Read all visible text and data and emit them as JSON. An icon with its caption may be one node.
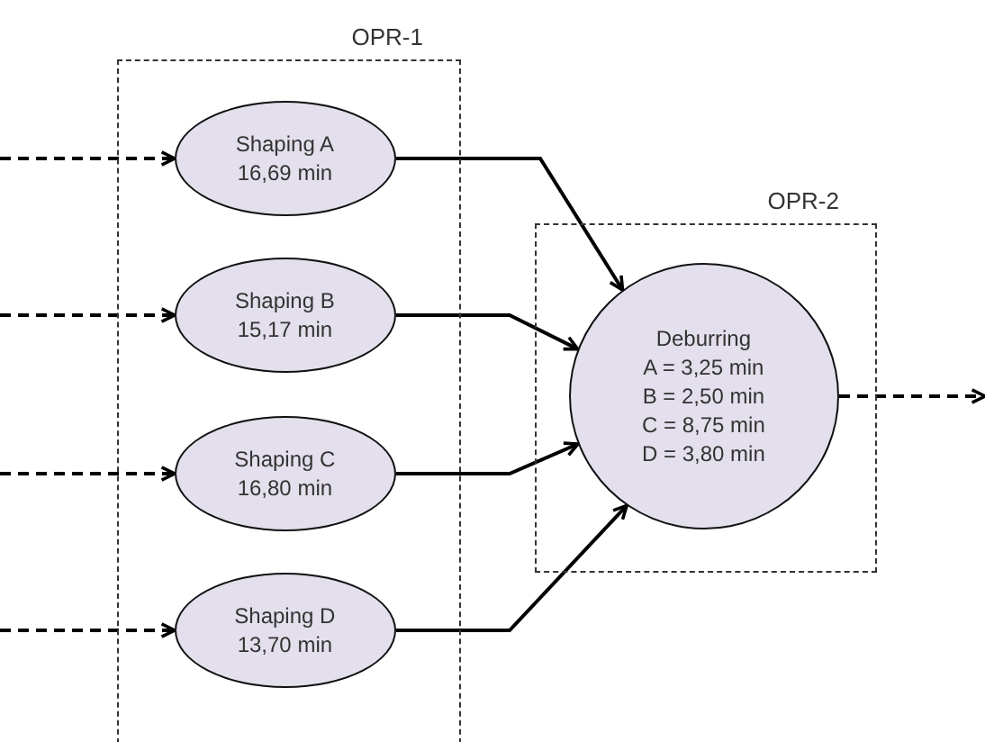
{
  "diagram": {
    "nodes": [
      {
        "text": [
          "OPR-1"
        ]
      },
      {
        "text": [
          "Shaping A",
          "16,69 min"
        ],
        "in": 0
      },
      {
        "text": [
          "Shaping B",
          "15,17 min"
        ],
        "in": 0
      },
      {
        "text": [
          "Shaping C",
          "16,80 min"
        ],
        "in": 0
      },
      {
        "text": [
          "Shaping D",
          "13,70 min"
        ],
        "in": 0
      },
      {
        "text": [
          "OPR-2"
        ]
      },
      {
        "text": [
          "Deburring",
          "A = 3,25 min",
          "B = 2,50 min",
          "C = 8,75 min",
          "D = 3,80 min"
        ],
        "in": 5
      }
    ],
    "edges": [
      {
        "from": null,
        "to": 1,
        "arrow": "to",
        "style": "dashed"
      },
      {
        "from": null,
        "to": 2,
        "arrow": "to",
        "style": "dashed"
      },
      {
        "from": null,
        "to": 3,
        "arrow": "to",
        "style": "dashed"
      },
      {
        "from": null,
        "to": 4,
        "arrow": "to",
        "style": "dashed"
      },
      {
        "from": 1,
        "to": 6,
        "arrow": "to"
      },
      {
        "from": 2,
        "to": 6,
        "arrow": "to"
      },
      {
        "from": 3,
        "to": 6,
        "arrow": "to"
      },
      {
        "from": 4,
        "to": 6,
        "arrow": "to"
      },
      {
        "from": 6,
        "to": null,
        "arrow": "to",
        "style": "dashed"
      }
    ]
  }
}
